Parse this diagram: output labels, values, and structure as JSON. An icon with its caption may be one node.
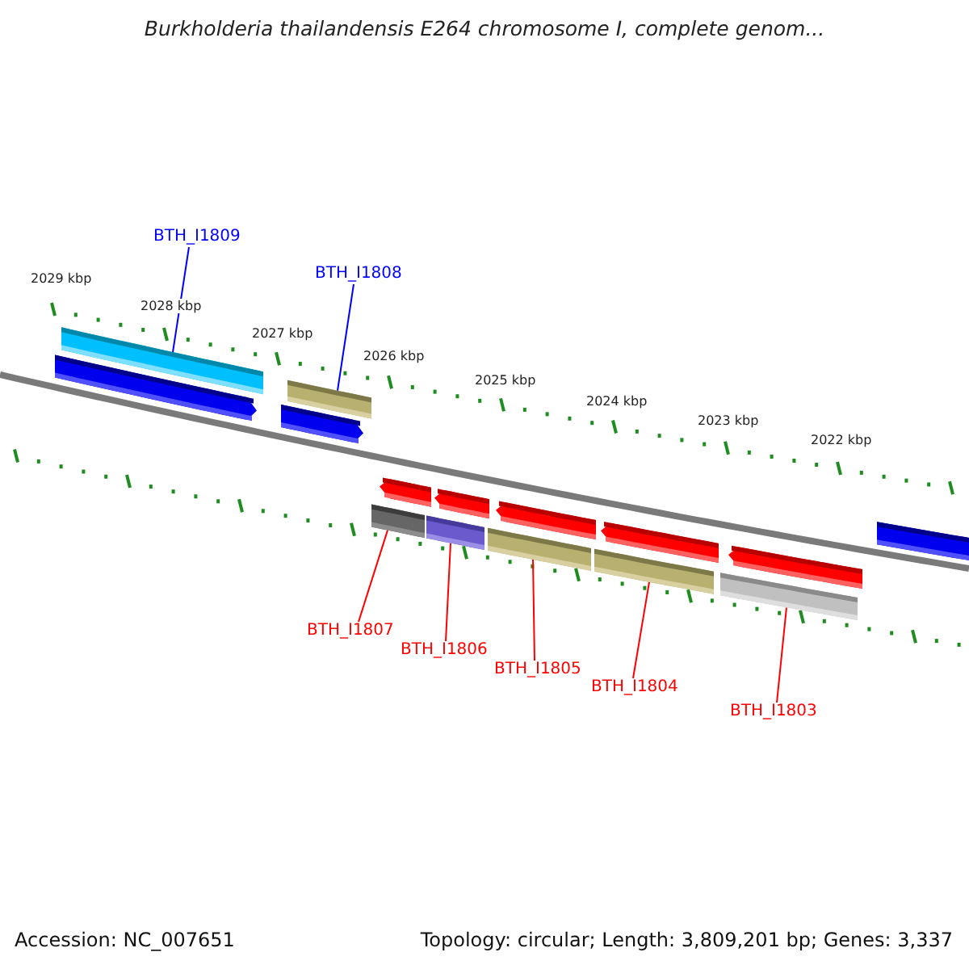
{
  "diagram": {
    "title": "Burkholderia thailandensis E264 chromosome I, complete genom...",
    "nodes": [
      {
        "text": [
          "BTH_I1809"
        ]
      },
      {
        "text": [
          "BTH_I1808"
        ]
      },
      {
        "text": [],
        "shape": "bar"
      },
      {
        "text": [],
        "shape": "arrow"
      },
      {
        "text": [],
        "shape": "bar"
      },
      {
        "text": [],
        "shape": "arrow"
      },
      {
        "text": [],
        "shape": "arrow"
      },
      {
        "text": [],
        "shape": "arrow"
      },
      {
        "text": [],
        "shape": "arrow"
      },
      {
        "text": [],
        "shape": "arrow"
      },
      {
        "text": [],
        "shape": "arrow"
      },
      {
        "text": [],
        "shape": "bar"
      },
      {
        "text": [],
        "shape": "bar"
      },
      {
        "text": [],
        "shape": "bar"
      },
      {
        "text": [],
        "shape": "bar"
      },
      {
        "text": [],
        "shape": "bar"
      },
      {
        "text": [],
        "shape": "bar"
      },
      {
        "text": [
          "BTH_I1807"
        ]
      },
      {
        "text": [
          "BTH_I1806"
        ]
      },
      {
        "text": [
          "BTH_I1805"
        ]
      },
      {
        "text": [
          "BTH_I1804"
        ]
      },
      {
        "text": [
          "BTH_I1803"
        ]
      }
    ],
    "edges": [
      {
        "from": 0,
        "to": 2,
        "arrow": "none",
        "color": "#0000ff"
      },
      {
        "from": 1,
        "to": 4,
        "arrow": "none",
        "color": "#0000ff"
      },
      {
        "from": 17,
        "to": 11,
        "arrow": "none"
      },
      {
        "from": 18,
        "to": 12,
        "arrow": "none"
      },
      {
        "from": 19,
        "to": 13,
        "arrow": "none"
      },
      {
        "from": 20,
        "to": 14,
        "arrow": "none"
      },
      {
        "from": 21,
        "to": 15,
        "arrow": "none"
      }
    ],
    "labels": [
      "2029 kbp",
      "2028 kbp",
      "2027 kbp",
      "2026 kbp",
      "2025 kbp",
      "2024 kbp",
      "2023 kbp",
      "2022 kbp",
      "Accession: NC_007651",
      "Topology: circular; Length: 3,809,201 bp; Genes: 3,337"
    ]
  }
}
